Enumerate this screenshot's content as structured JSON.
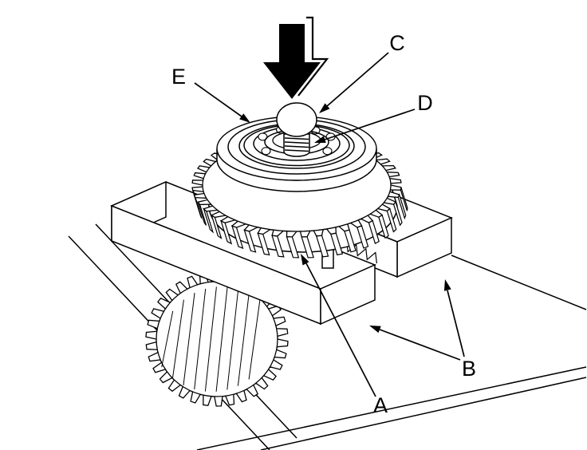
{
  "diagram": {
    "labels": {
      "a": "A",
      "b": "B",
      "c": "C",
      "d": "D",
      "e": "E"
    },
    "icons": {
      "press_arrow": "down-arrow"
    },
    "colors": {
      "line": "#000000",
      "background": "#ffffff"
    }
  }
}
